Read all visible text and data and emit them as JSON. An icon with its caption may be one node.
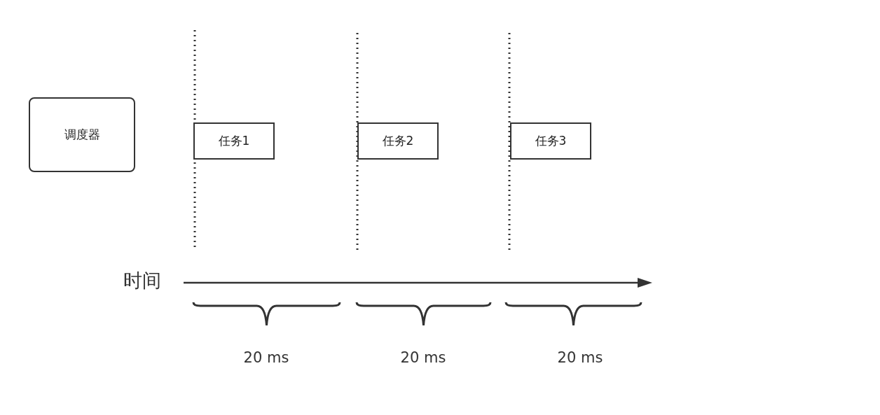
{
  "diagram": {
    "nodes": [
      {
        "text": [
          "调度器"
        ]
      },
      {
        "text": [
          "任务1"
        ]
      },
      {
        "text": [
          "任务2"
        ]
      },
      {
        "text": [
          "任务3"
        ]
      }
    ],
    "labels": [
      "时间",
      "20 ms",
      "20 ms",
      "20 ms"
    ]
  }
}
